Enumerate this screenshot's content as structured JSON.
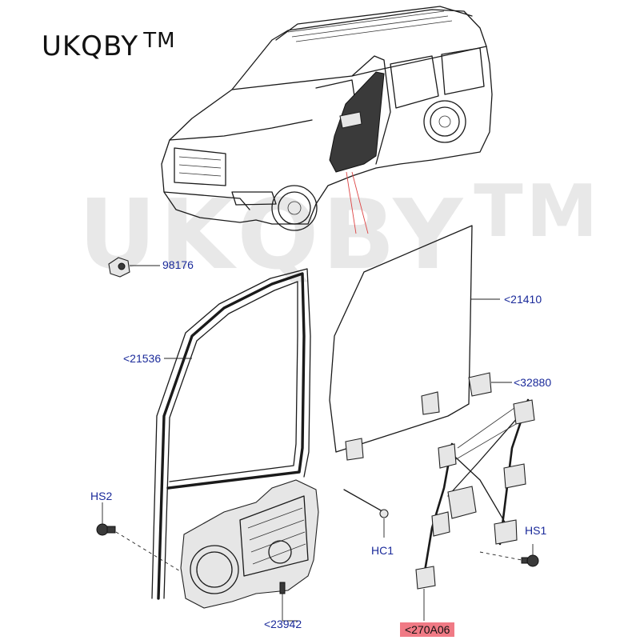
{
  "brand": {
    "name": "UKQBY",
    "tm": "TM"
  },
  "watermark": {
    "text": "UKQBY",
    "tm": "TM"
  },
  "callouts": {
    "c98176": "98176",
    "c21410": "<21410",
    "c21536": "<21536",
    "c32880": "<32880",
    "hs2": "HS2",
    "hs1": "HS1",
    "hc1": "HC1",
    "c23942": "<23942",
    "c270a06": "<270A06"
  },
  "colors": {
    "callout_text": "#1a2a9a",
    "highlight_bg": "#f07a85",
    "line": "#1a1a1a",
    "pointer_red": "#d44"
  }
}
